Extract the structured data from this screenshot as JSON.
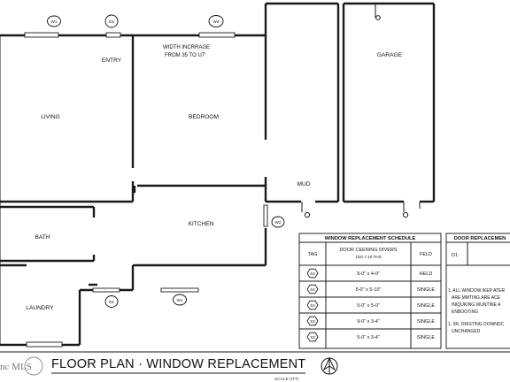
{
  "rooms": {
    "entry": "ENTRY",
    "living": "LIVING",
    "bedroom": "BEDROOM",
    "garage": "GARAGE",
    "mud": "MUD",
    "kitchen": "KITCHEN",
    "bath": "BATH",
    "laundry": "LAUNDRY"
  },
  "note": {
    "line1": "WIDTH INCRRAGE",
    "line2": "FROM 35 TO U7'"
  },
  "tags": {
    "w1": "W1",
    "d1": "D1",
    "w4": "W4",
    "w2": "W2"
  },
  "window_schedule": {
    "title": "WINDOW REPLACEMENT SCHEDULE",
    "col_tag": "TAG",
    "col_desc_1": "DOOR CEENING DIVERS",
    "col_desc_2": "10G.7.10 THS",
    "col_feld": "FELD",
    "rows": [
      {
        "tag": "S4",
        "size": "5-0\" x 4-0\"",
        "type": "HELD"
      },
      {
        "tag": "S4",
        "size": "5-0\" x 5-10\"",
        "type": "SINGLE"
      },
      {
        "tag": "S4",
        "size": "5-0\" x 5-0\"",
        "type": "SINGLE"
      },
      {
        "tag": "S3",
        "size": "9-0\" x 3-4\"",
        "type": "SINGLE"
      },
      {
        "tag": "S3",
        "size": "5-0\" x 3-4\"",
        "type": "SINGLE"
      }
    ]
  },
  "door_schedule": {
    "title": "DOOR REPLACEMEN",
    "row_tag": "D1",
    "notes": [
      "1. ALL WINDOW IKEP ATER",
      "ARE MMTING.ARE ACE",
      "INIQUKING WUNTINE A",
      "ENBOOTING",
      "1. 3R. DRISTING DOWNDC",
      "UNCHANGED"
    ]
  },
  "footer": {
    "logo": "nc MLS",
    "title": "FLOOR PLAN · WINDOW REPLACEMENT",
    "scale": "SCALE (ITT)"
  }
}
